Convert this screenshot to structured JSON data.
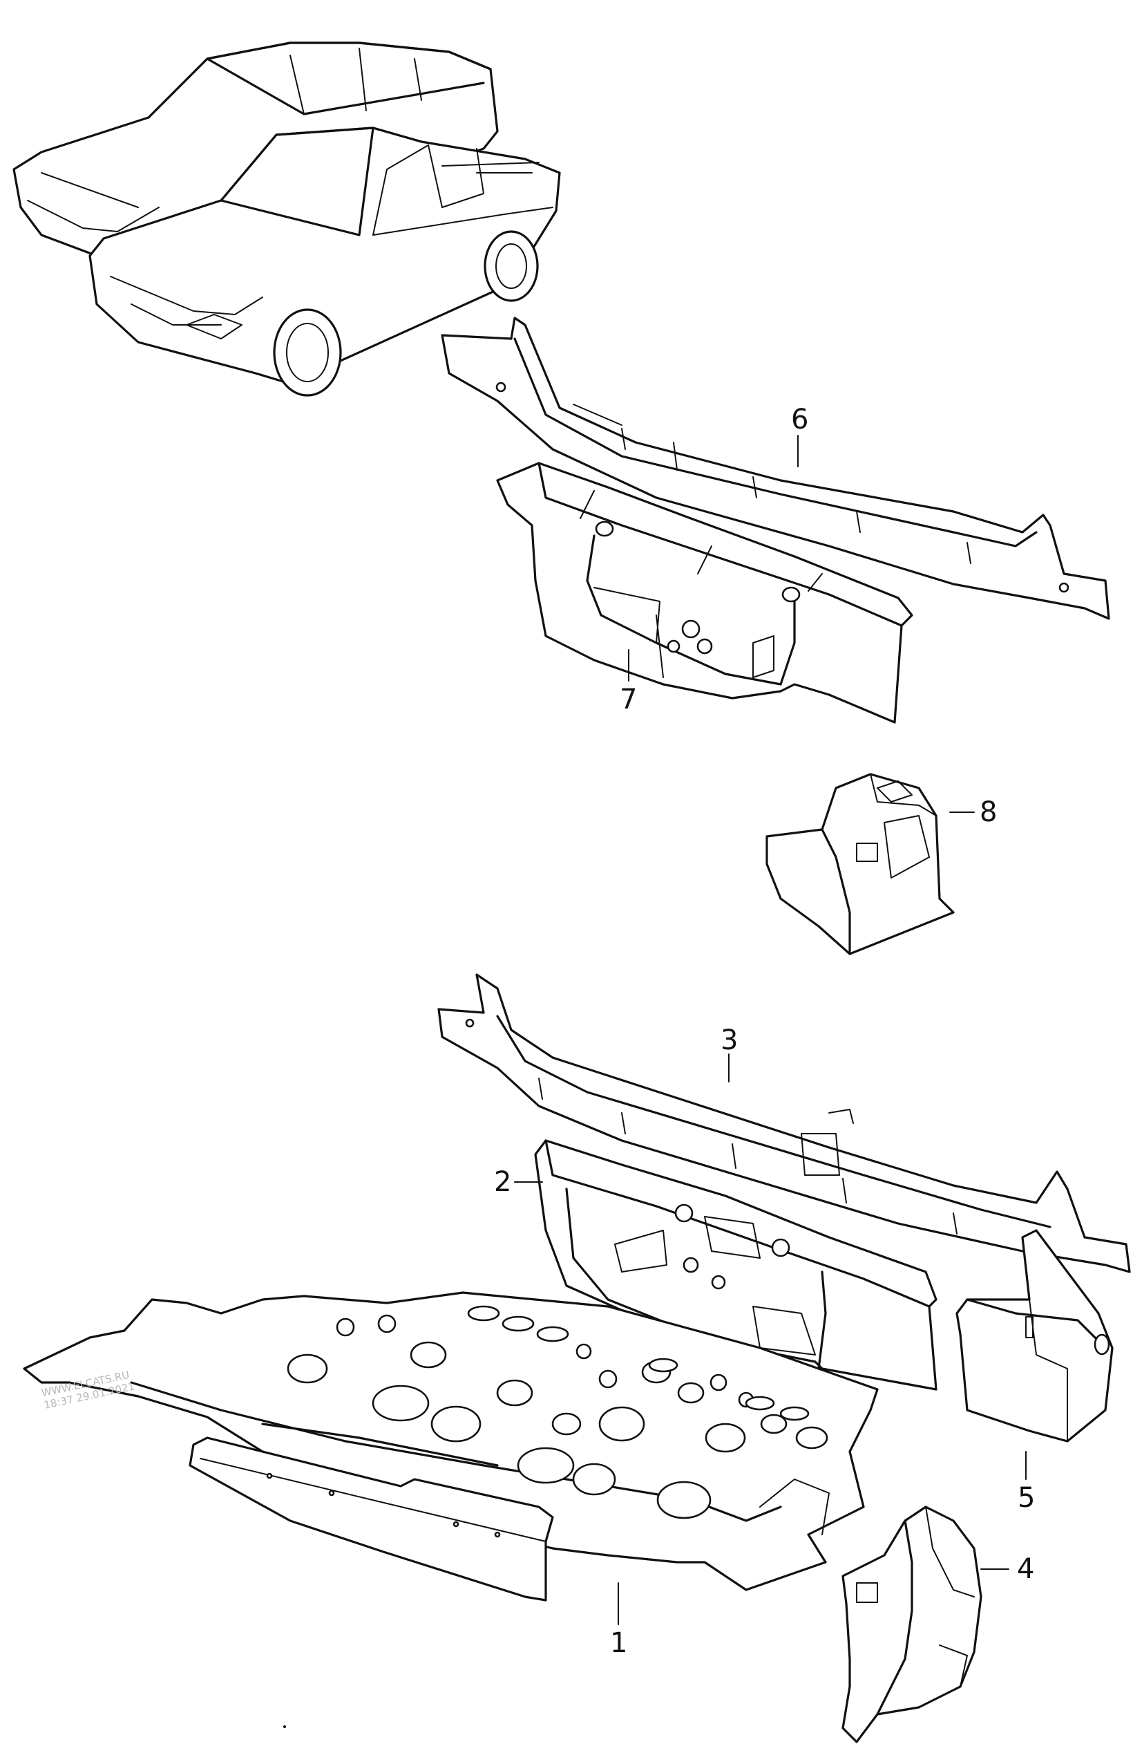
{
  "callouts": [
    {
      "id": "1",
      "label": "1"
    },
    {
      "id": "2",
      "label": "2"
    },
    {
      "id": "3",
      "label": "3"
    },
    {
      "id": "4",
      "label": "4"
    },
    {
      "id": "5",
      "label": "5"
    },
    {
      "id": "6",
      "label": "6"
    },
    {
      "id": "7",
      "label": "7"
    },
    {
      "id": "8",
      "label": "8"
    }
  ],
  "watermark": {
    "line1": "WWW.ELCATS.RU",
    "line2": "18:37 29.01.2021"
  }
}
